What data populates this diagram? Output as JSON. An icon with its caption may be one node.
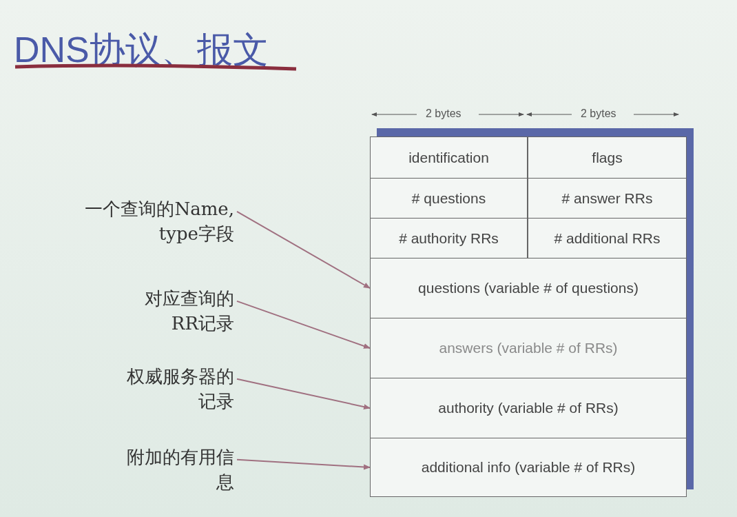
{
  "diagram": {
    "title": "DNS协议、报文",
    "nodes": [
      {
        "text": [
          "identification"
        ]
      },
      {
        "text": [
          "flags"
        ]
      },
      {
        "text": [
          "# questions"
        ]
      },
      {
        "text": [
          "# answer RRs"
        ]
      },
      {
        "text": [
          "# authority RRs"
        ]
      },
      {
        "text": [
          "# additional RRs"
        ]
      },
      {
        "text": [
          "questions (variable # of questions)"
        ]
      },
      {
        "text": [
          "answers (variable # of RRs)"
        ]
      },
      {
        "text": [
          "authority (variable # of RRs)"
        ]
      },
      {
        "text": [
          "additional info (variable # of RRs)"
        ]
      },
      {
        "text": [
          "一个查询的Name, type字段"
        ]
      },
      {
        "text": [
          "对应查询的RR记录"
        ]
      },
      {
        "text": [
          "权威服务器的记录"
        ]
      },
      {
        "text": [
          "附加的有用信息"
        ]
      }
    ],
    "edges": [
      {
        "from": 10,
        "to": 6,
        "arrow": "to"
      },
      {
        "from": 11,
        "to": 7,
        "arrow": "to"
      },
      {
        "from": 12,
        "to": 8,
        "arrow": "to"
      },
      {
        "from": 13,
        "to": 9,
        "arrow": "to"
      }
    ],
    "labels": [
      "2 bytes",
      "2 bytes"
    ]
  }
}
